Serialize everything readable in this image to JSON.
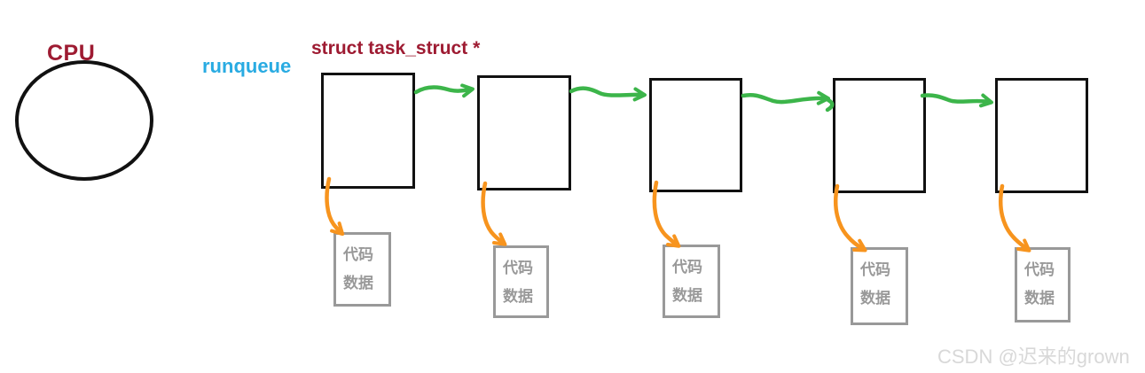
{
  "diagram": {
    "cpu_label": "CPU",
    "runqueue_label": "runqueue",
    "pointer_type_label": "struct task_struct *",
    "data_boxes": [
      {
        "line1": "代码",
        "line2": "数据"
      },
      {
        "line1": "代码",
        "line2": "数据"
      },
      {
        "line1": "代码",
        "line2": "数据"
      },
      {
        "line1": "代码",
        "line2": "数据"
      },
      {
        "line1": "代码",
        "line2": "数据"
      }
    ],
    "watermark": "CSDN @迟来的grown"
  },
  "colors": {
    "label_dark_red": "#9e1b32",
    "runqueue_blue": "#29abe2",
    "arrow_green": "#3cb54a",
    "arrow_orange": "#f7941e",
    "box_gray": "#999999",
    "box_black": "#111111",
    "watermark_gray": "#d8d8d8",
    "bg_white": "#ffffff"
  }
}
